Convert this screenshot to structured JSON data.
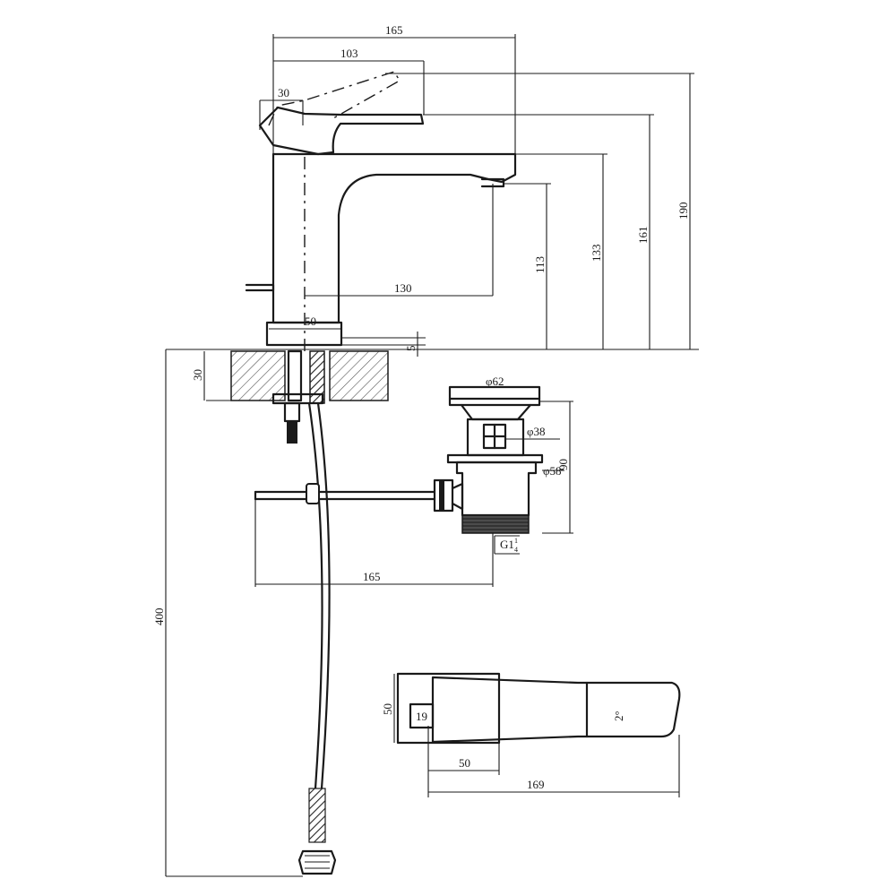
{
  "faucet": {
    "width_total": "165",
    "lever_width": "103",
    "lever_offset": "30",
    "height_total": "190",
    "height_lever": "161",
    "height_body": "133",
    "height_spout": "113",
    "spout_reach": "130",
    "base_diameter": "50",
    "base_gap": "5"
  },
  "countertop": {
    "thickness": "30"
  },
  "hose": {
    "length": "400"
  },
  "drain": {
    "cap_diameter": "φ62",
    "body_diameter": "φ38",
    "flange_diameter": "φ58",
    "height": "90",
    "thread": "G1",
    "thread_fraction_top": "1",
    "thread_fraction_bottom": "4",
    "rod_length": "165"
  },
  "top_view": {
    "base": "50",
    "inner": "19",
    "length": "169",
    "base_depth": "50",
    "angle": "2°"
  }
}
